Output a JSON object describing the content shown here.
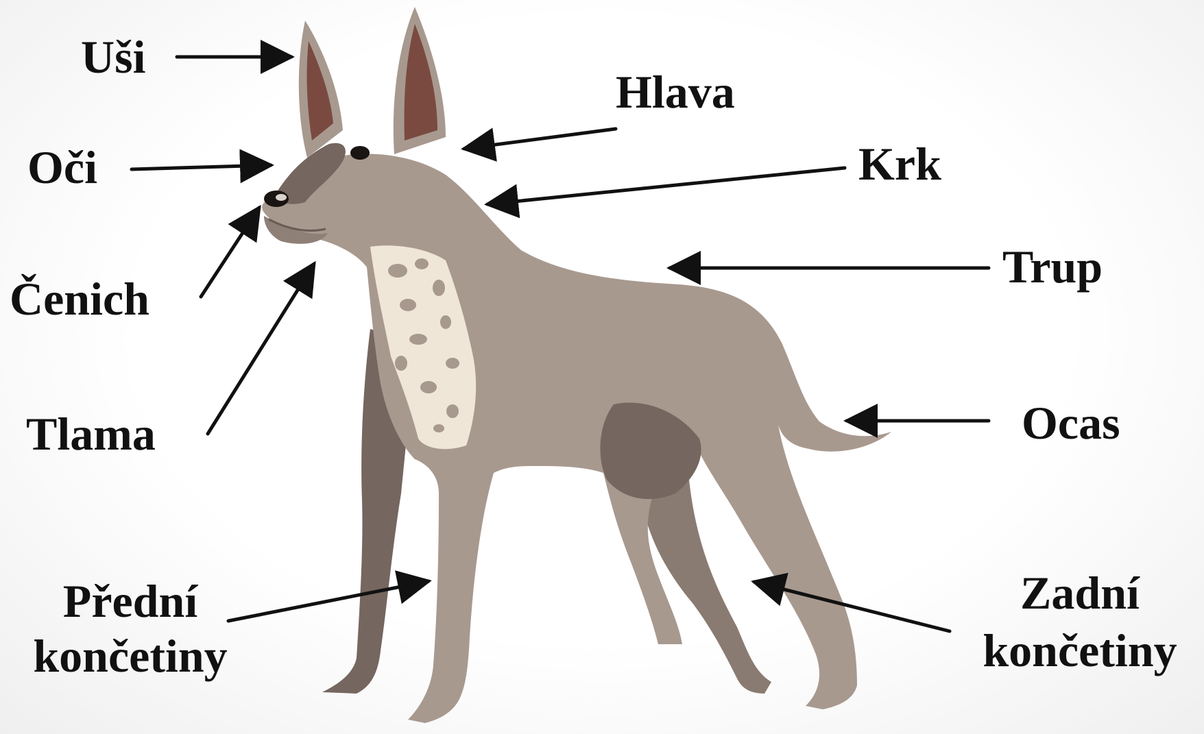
{
  "labels": {
    "usi": "Uši",
    "oci": "Oči",
    "cenich": "Čenich",
    "tlama": "Tlama",
    "predni_line1": "Přední",
    "predni_line2": "končetiny",
    "hlava": "Hlava",
    "krk": "Krk",
    "trup": "Trup",
    "ocas": "Ocas",
    "zadni_line1": "Zadní",
    "zadni_line2": "končetiny"
  },
  "colors": {
    "body": "#a8998f",
    "body_dark": "#75665f",
    "ear_inner": "#7a4a40",
    "chest": "#efe6d8",
    "arrow": "#111111"
  }
}
